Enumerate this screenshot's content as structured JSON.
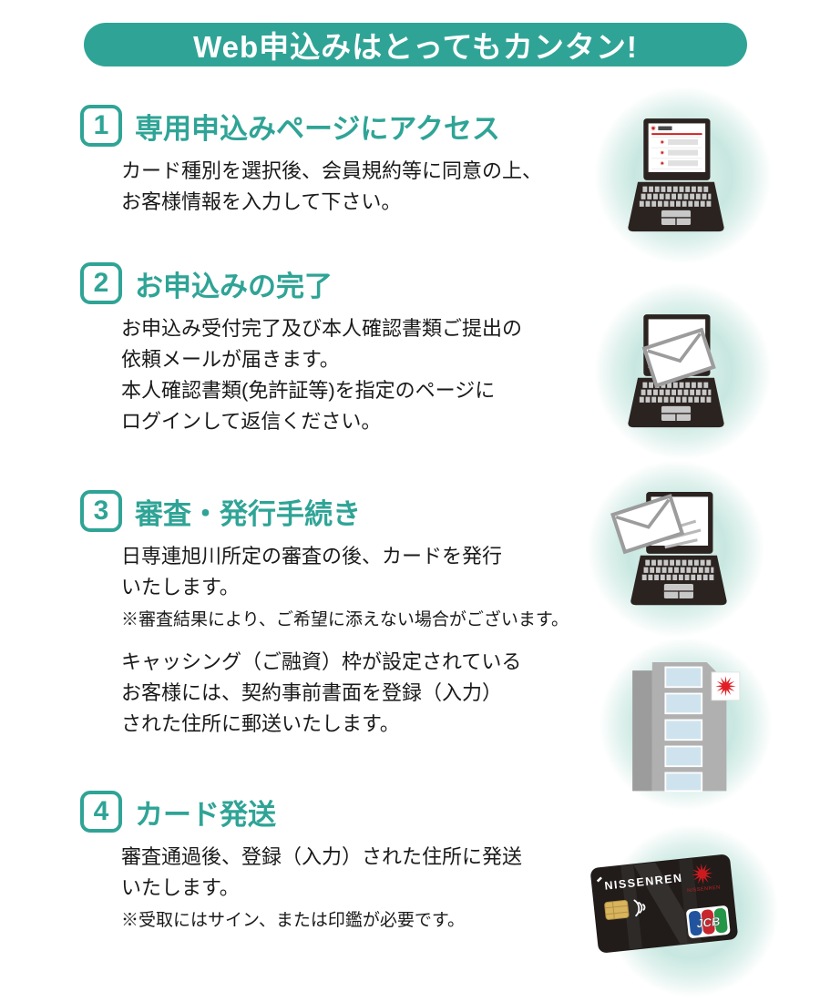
{
  "banner": {
    "title": "Web申込みはとってもカンタン!"
  },
  "steps": [
    {
      "num": "1",
      "title": "専用申込みページにアクセス",
      "body": "カード種別を選択後、会員規約等に同意の上、\nお客様情報を入力して下さい。"
    },
    {
      "num": "2",
      "title": "お申込みの完了",
      "body": "お申込み受付完了及び本人確認書類ご提出の\n依頼メールが届きます。\n本人確認書類(免許証等)を指定のページに\nログインして返信ください。"
    },
    {
      "num": "3",
      "title": "審査・発行手続き",
      "body": "日専連旭川所定の審査の後、カードを発行\nいたします。",
      "note": "※審査結果により、ご希望に添えない場合がございます。",
      "body2": "キャッシング（ご融資）枠が設定されている\nお客様には、契約事前書面を登録（入力）\nされた住所に郵送いたします。"
    },
    {
      "num": "4",
      "title": "カード発送",
      "body": "審査通過後、登録（入力）された住所に発送\nいたします。",
      "note": "※受取にはサイン、または印鑑が必要です。"
    }
  ],
  "card": {
    "brand": "NISSENREN",
    "network": "JCB"
  },
  "colors": {
    "teal": "#2FA496",
    "body_text": "#1A1A1A",
    "accent_red": "#CF1F1F",
    "glow_teal": "#C8E7E0",
    "card_black": "#211C1A",
    "jcb_blue": "#20549E",
    "jcb_red": "#C9252D",
    "jcb_green": "#259548"
  },
  "icons": {
    "step1": "laptop-webpage-illustration",
    "step2": "laptop-envelope-illustration",
    "step3": "laptop-sending-envelope-illustration",
    "step3b": "office-building-illustration",
    "step4": "credit-card-illustration",
    "logo": "red-starburst-logo"
  }
}
